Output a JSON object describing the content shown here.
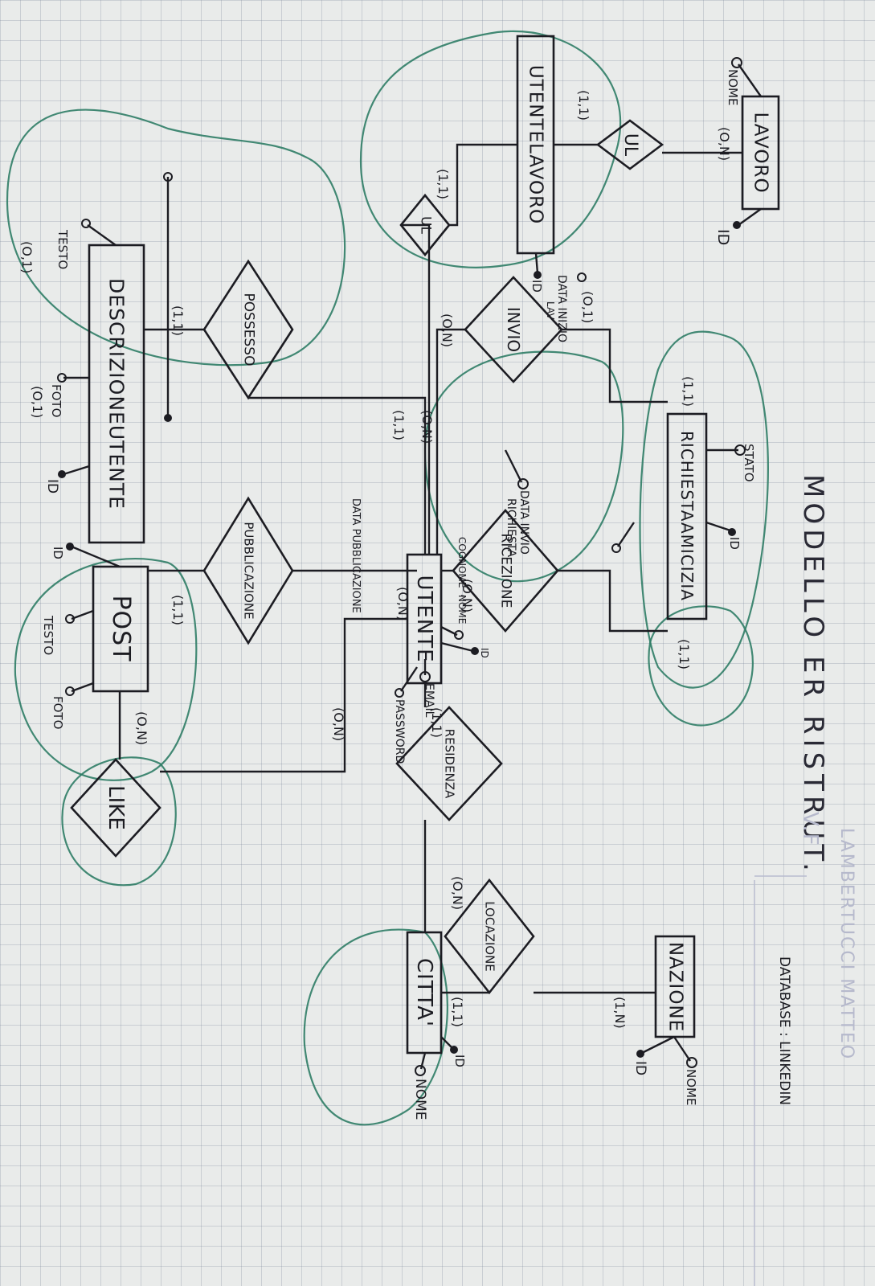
{
  "header": {
    "title": "MODELLO ER RISTRUT.",
    "title_suffix": "V.F",
    "database": "DATABASE : LINKEDIN",
    "author": "LAMBERTUCCI MATTEO"
  },
  "entities": {
    "lavoro": "LAVORO",
    "utente_lavoro": "UTENTELAVORO",
    "richiesta_amicizia": "RICHIESTAAMICIZIA",
    "nazione": "NAZIONE",
    "utente": "UTENTE",
    "citta": "CITTA'",
    "descrizione_utente": "DESCRIZIONEUTENTE",
    "post": "POST"
  },
  "relationships": {
    "ul_top": "UL",
    "ul_low": "UL",
    "invio": "INVIO",
    "ricezione": "RICEZIONE",
    "locazione": "LOCAZIONE",
    "residenza": "RESIDENZA",
    "possesso": "POSSESSO",
    "pubblicazione": "PUBBLICAZIONE",
    "like": "LIKE"
  },
  "attributes": {
    "lavoro_nome": "NOME",
    "lavoro_id": "ID",
    "ul_id": "ID",
    "data_inizio_lav": "DATA INIZIO",
    "data_inizio_lav2": "LAV",
    "richiesta_stato": "STATO",
    "richiesta_id": "ID",
    "data_invio": "DATA INVIO",
    "data_invio2": "RICHIESTA",
    "nazione_nome": "NOME",
    "nazione_id": "ID",
    "utente_cognome": "COGNOME",
    "utente_nome": "NOME",
    "utente_id": "ID",
    "utente_email": "EMAIL",
    "utente_password": "PASSWORD",
    "citta_id": "ID",
    "citta_nome": "NOME",
    "desc_testo": "TESTO",
    "desc_foto": "FOTO",
    "desc_id": "ID",
    "data_pubblicazione": "DATA PUBBLICAZIONE",
    "post_id": "ID",
    "post_testo": "TESTO",
    "post_foto": "FOTO"
  },
  "cardinalities": {
    "lavoro_ul": "(O,N)",
    "ulav_ul": "(1,1)",
    "ulav_ul2": "(1,1)",
    "utente_ul2": "(O,N)",
    "data_inizio_card": "(O,1)",
    "richiesta_invio": "(1,1)",
    "utente_invio": "(O,N)",
    "richiesta_ricezione": "(1,1)",
    "utente_ricezione": "(O,N)",
    "utente_possesso": "(1,1)",
    "desc_possesso": "(1,1)",
    "desc_testo_card": "(O,1)",
    "desc_foto_card": "(O,1)",
    "utente_pubblicazione": "(O,N)",
    "post_pubblicazione": "(1,1)",
    "utente_like": "(O,N)",
    "post_like": "(O,N)",
    "utente_residenza": "(1,1)",
    "citta_residenza": "(O,N)",
    "citta_locazione": "(1,1)",
    "nazione_locazione": "(1,N)"
  }
}
